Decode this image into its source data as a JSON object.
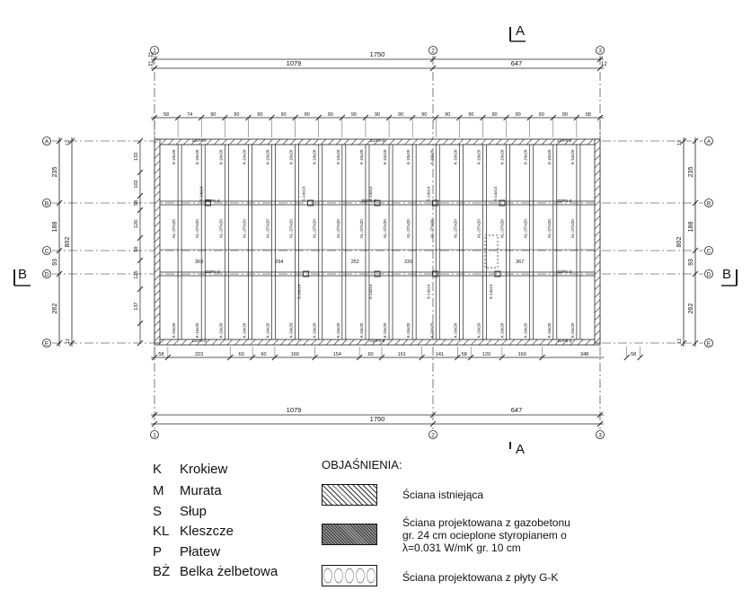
{
  "drawing": {
    "section_A_label": "A",
    "section_B_label": "B",
    "axis_numbers": [
      "1",
      "2",
      "3"
    ],
    "axis_letters": [
      "A",
      "B",
      "C",
      "D",
      "E"
    ],
    "dim_total": "1750",
    "dim_left": "1079",
    "dim_right": "647",
    "dim_edge": "12",
    "top_spacing": [
      "58",
      "74",
      "90",
      "90",
      "90",
      "90",
      "90",
      "90",
      "90",
      "90",
      "90",
      "90",
      "90",
      "90",
      "90",
      "90",
      "90",
      "90",
      "58"
    ],
    "bottom_spacing": [
      "58",
      "223",
      "60",
      "60",
      "160",
      "154",
      "60",
      "161",
      "141",
      "58",
      "120",
      "160",
      "348",
      "58"
    ],
    "left_outer_dims": [
      "235",
      "188",
      "93",
      "262"
    ],
    "left_total": "802",
    "left_inner_dims": [
      "133",
      "102",
      "58",
      "120",
      "58",
      "125",
      "137"
    ],
    "right_dims": [
      "235",
      "188",
      "93",
      "262"
    ],
    "right_total": "802",
    "mid_row_dims": [
      "303",
      "294",
      "252",
      "220",
      "367"
    ],
    "rafter_tag": "K-10x20",
    "collar_tag": "KL-2/7x20",
    "post_tag": "S-14x14",
    "beam_tag": "ZZ/Ps-d"
  },
  "legend": {
    "abbreviations": [
      {
        "code": "K",
        "name": "Krokiew"
      },
      {
        "code": "M",
        "name": "Murata"
      },
      {
        "code": "S",
        "name": "Słup"
      },
      {
        "code": "KL",
        "name": "Kleszcze"
      },
      {
        "code": "P",
        "name": "Płatew"
      },
      {
        "code": "BŻ",
        "name": "Belka żelbetowa"
      }
    ],
    "notes_title": "OBJAŚNIENIA:",
    "notes": [
      {
        "text": "Ściana istniejąca"
      },
      {
        "text_lines": [
          "Ściana projektowana z gazobetonu",
          "gr. 24 cm ocieplone styropianem o",
          "λ=0.031 W/mK gr. 10 cm"
        ]
      },
      {
        "text": "Ściana projektowana z płyty G-K"
      }
    ]
  }
}
